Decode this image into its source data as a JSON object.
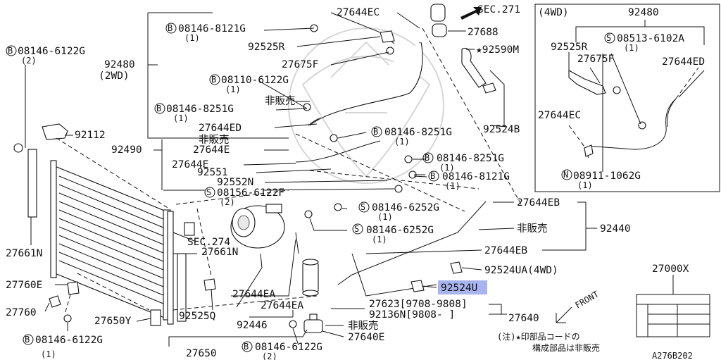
{
  "labels": {
    "sec271": "SEC.271",
    "p27644EC": "27644EC",
    "p08146_8121G_a": "08146-8121G",
    "q1a": "(1)",
    "p92525R": "92525R",
    "p27675F": "27675F",
    "p92480": "92480",
    "p2wd": "(2WD)",
    "p08110_6122G": "08110-6122G",
    "q1b": "(1)",
    "hanbai1": "非販売",
    "p08146_8251G_a": "08146-8251G",
    "q1c": "(1)",
    "p27644ED": "27644ED",
    "p08146_6122G_tl": "08146-6122G",
    "q2tl": "(2)",
    "p92112": "92112",
    "p92490": "92490",
    "hanbai2": "非販売",
    "p27644E_a": "27644E",
    "p27644E_b": "27644E",
    "p92551": "92551",
    "p92552N": "92552N",
    "p08156_6122F": "08156-6122F",
    "q2b": "(2)",
    "p27688": "27688",
    "p92590M": "★92590M",
    "p92524B": "92524B",
    "p08146_8251G_b": "08146-8251G",
    "q1d": "(1)",
    "p08146_8251G_c": "08146-8251G",
    "q1e": "(1)",
    "p08146_8121G_b": "08146-8121G",
    "q1f": "(1)",
    "p27644EB_a": "27644EB",
    "p08146_6252G_a": "08146-6252G",
    "q1g": "(1)",
    "hanbai3": "非販売",
    "p92440": "92440",
    "p08146_6252G_b": "08146-6252G",
    "q1h": "(1)",
    "sec274": "SEC.274",
    "p27661N_a": "27661N",
    "p27661N_b": "27661N",
    "p27644EB_b": "27644EB",
    "p92524UA": "92524UA(4WD)",
    "p92524U": "92524U",
    "p27760E": "27760E",
    "p27760": "27760",
    "p27650Y": "27650Y",
    "p27644EA_a": "27644EA",
    "p27644EA_b": "27644EA",
    "p92525Q": "92525Q",
    "p92446": "92446",
    "p27623": "27623[9708-9808]",
    "p92136N": "92136N[9808-    ]",
    "p27640": "27640",
    "hanbai4": "非販売",
    "p27640E": "27640E",
    "p08146_6122G_bl": "08146-6122G",
    "q1bl": "(1)",
    "p27650": "27650",
    "p08146_6122G_bm": "08146-6122G",
    "q2bm": "(2)",
    "front": "FRONT",
    "note1": "(注)★印部品コードの",
    "note2": "構成部品は非販売",
    "p27000X": "27000X",
    "code": "A276B202",
    "circB": "B",
    "circS": "S",
    "circN": "N"
  },
  "inset": {
    "title": "(4WD)",
    "p92480": "92480",
    "p92525R": "92525R",
    "p08513_6102A": "08513-6102A",
    "q1a": "(1)",
    "p27675F": "27675F",
    "p27644ED": "27644ED",
    "p27644EC": "27644EC",
    "p08911_1062G": "08911-1062G",
    "q1b": "(1)"
  },
  "highlight": {
    "part": "92524U",
    "color": "#a8b4ee"
  }
}
